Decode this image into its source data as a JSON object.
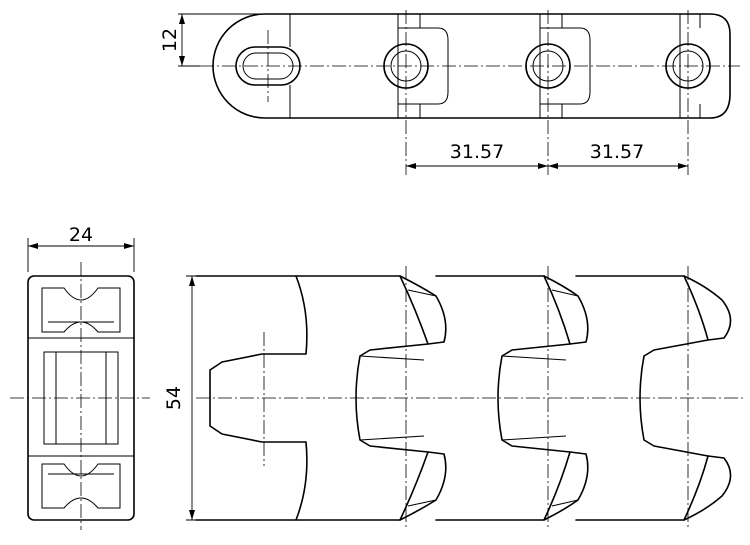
{
  "drawing": {
    "background": "#ffffff",
    "line_color": "#000000",
    "dimensions": {
      "thickness": "12",
      "pitch_1": "31.57",
      "pitch_2": "31.57",
      "width": "24",
      "height": "54"
    }
  }
}
